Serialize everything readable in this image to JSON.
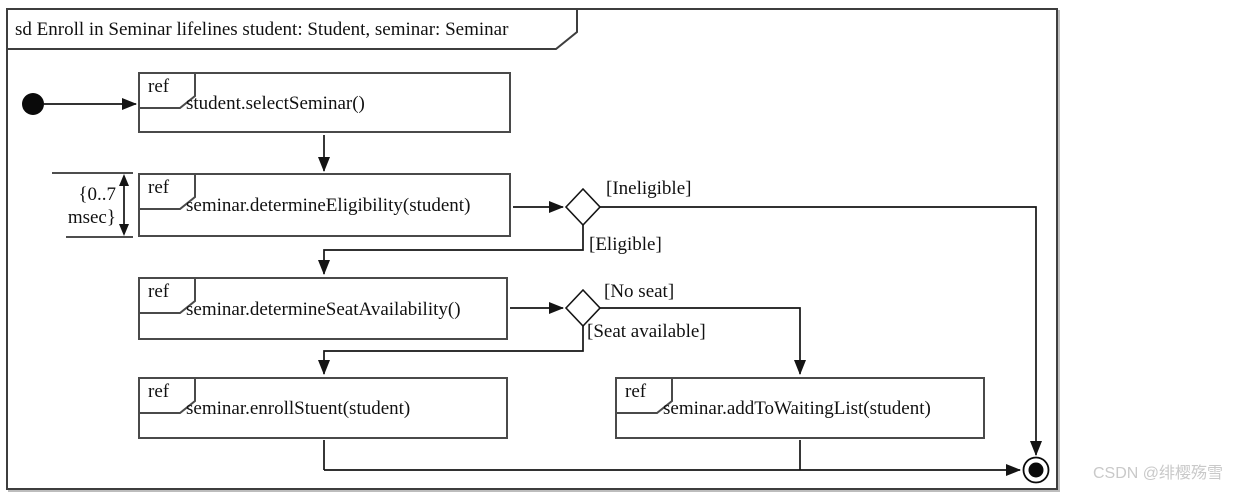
{
  "diagram": {
    "kind": "uml-interaction-overview",
    "frame_title": "sd Enroll in Seminar lifelines student: Student, seminar: Seminar",
    "ref_keyword": "ref",
    "activities": [
      {
        "label": "student.selectSeminar()"
      },
      {
        "label": "seminar.determineEligibility(student)"
      },
      {
        "label": "seminar.determineSeatAvailability()"
      },
      {
        "label": "seminar.enrollStuent(student)"
      },
      {
        "label": "seminar.addToWaitingList(student)"
      }
    ],
    "guards": {
      "ineligible": "[Ineligible]",
      "eligible": "[Eligible]",
      "no_seat": "[No seat]",
      "seat_available": "[Seat available]"
    },
    "time_constraint": "{0..7\nmsec}",
    "nodes": {
      "initial": "initial-node",
      "final": "activity-final-node",
      "decisions": [
        "eligibility-decision",
        "seat-availability-decision"
      ]
    },
    "colors": {
      "background": "#ffffff",
      "line": "#141414",
      "box_border": "#4a4a4a",
      "frame_border": "#3e3e3e",
      "watermark": "#c9c9c9"
    }
  },
  "watermark": {
    "text": "CSDN @绯樱殇雪"
  }
}
